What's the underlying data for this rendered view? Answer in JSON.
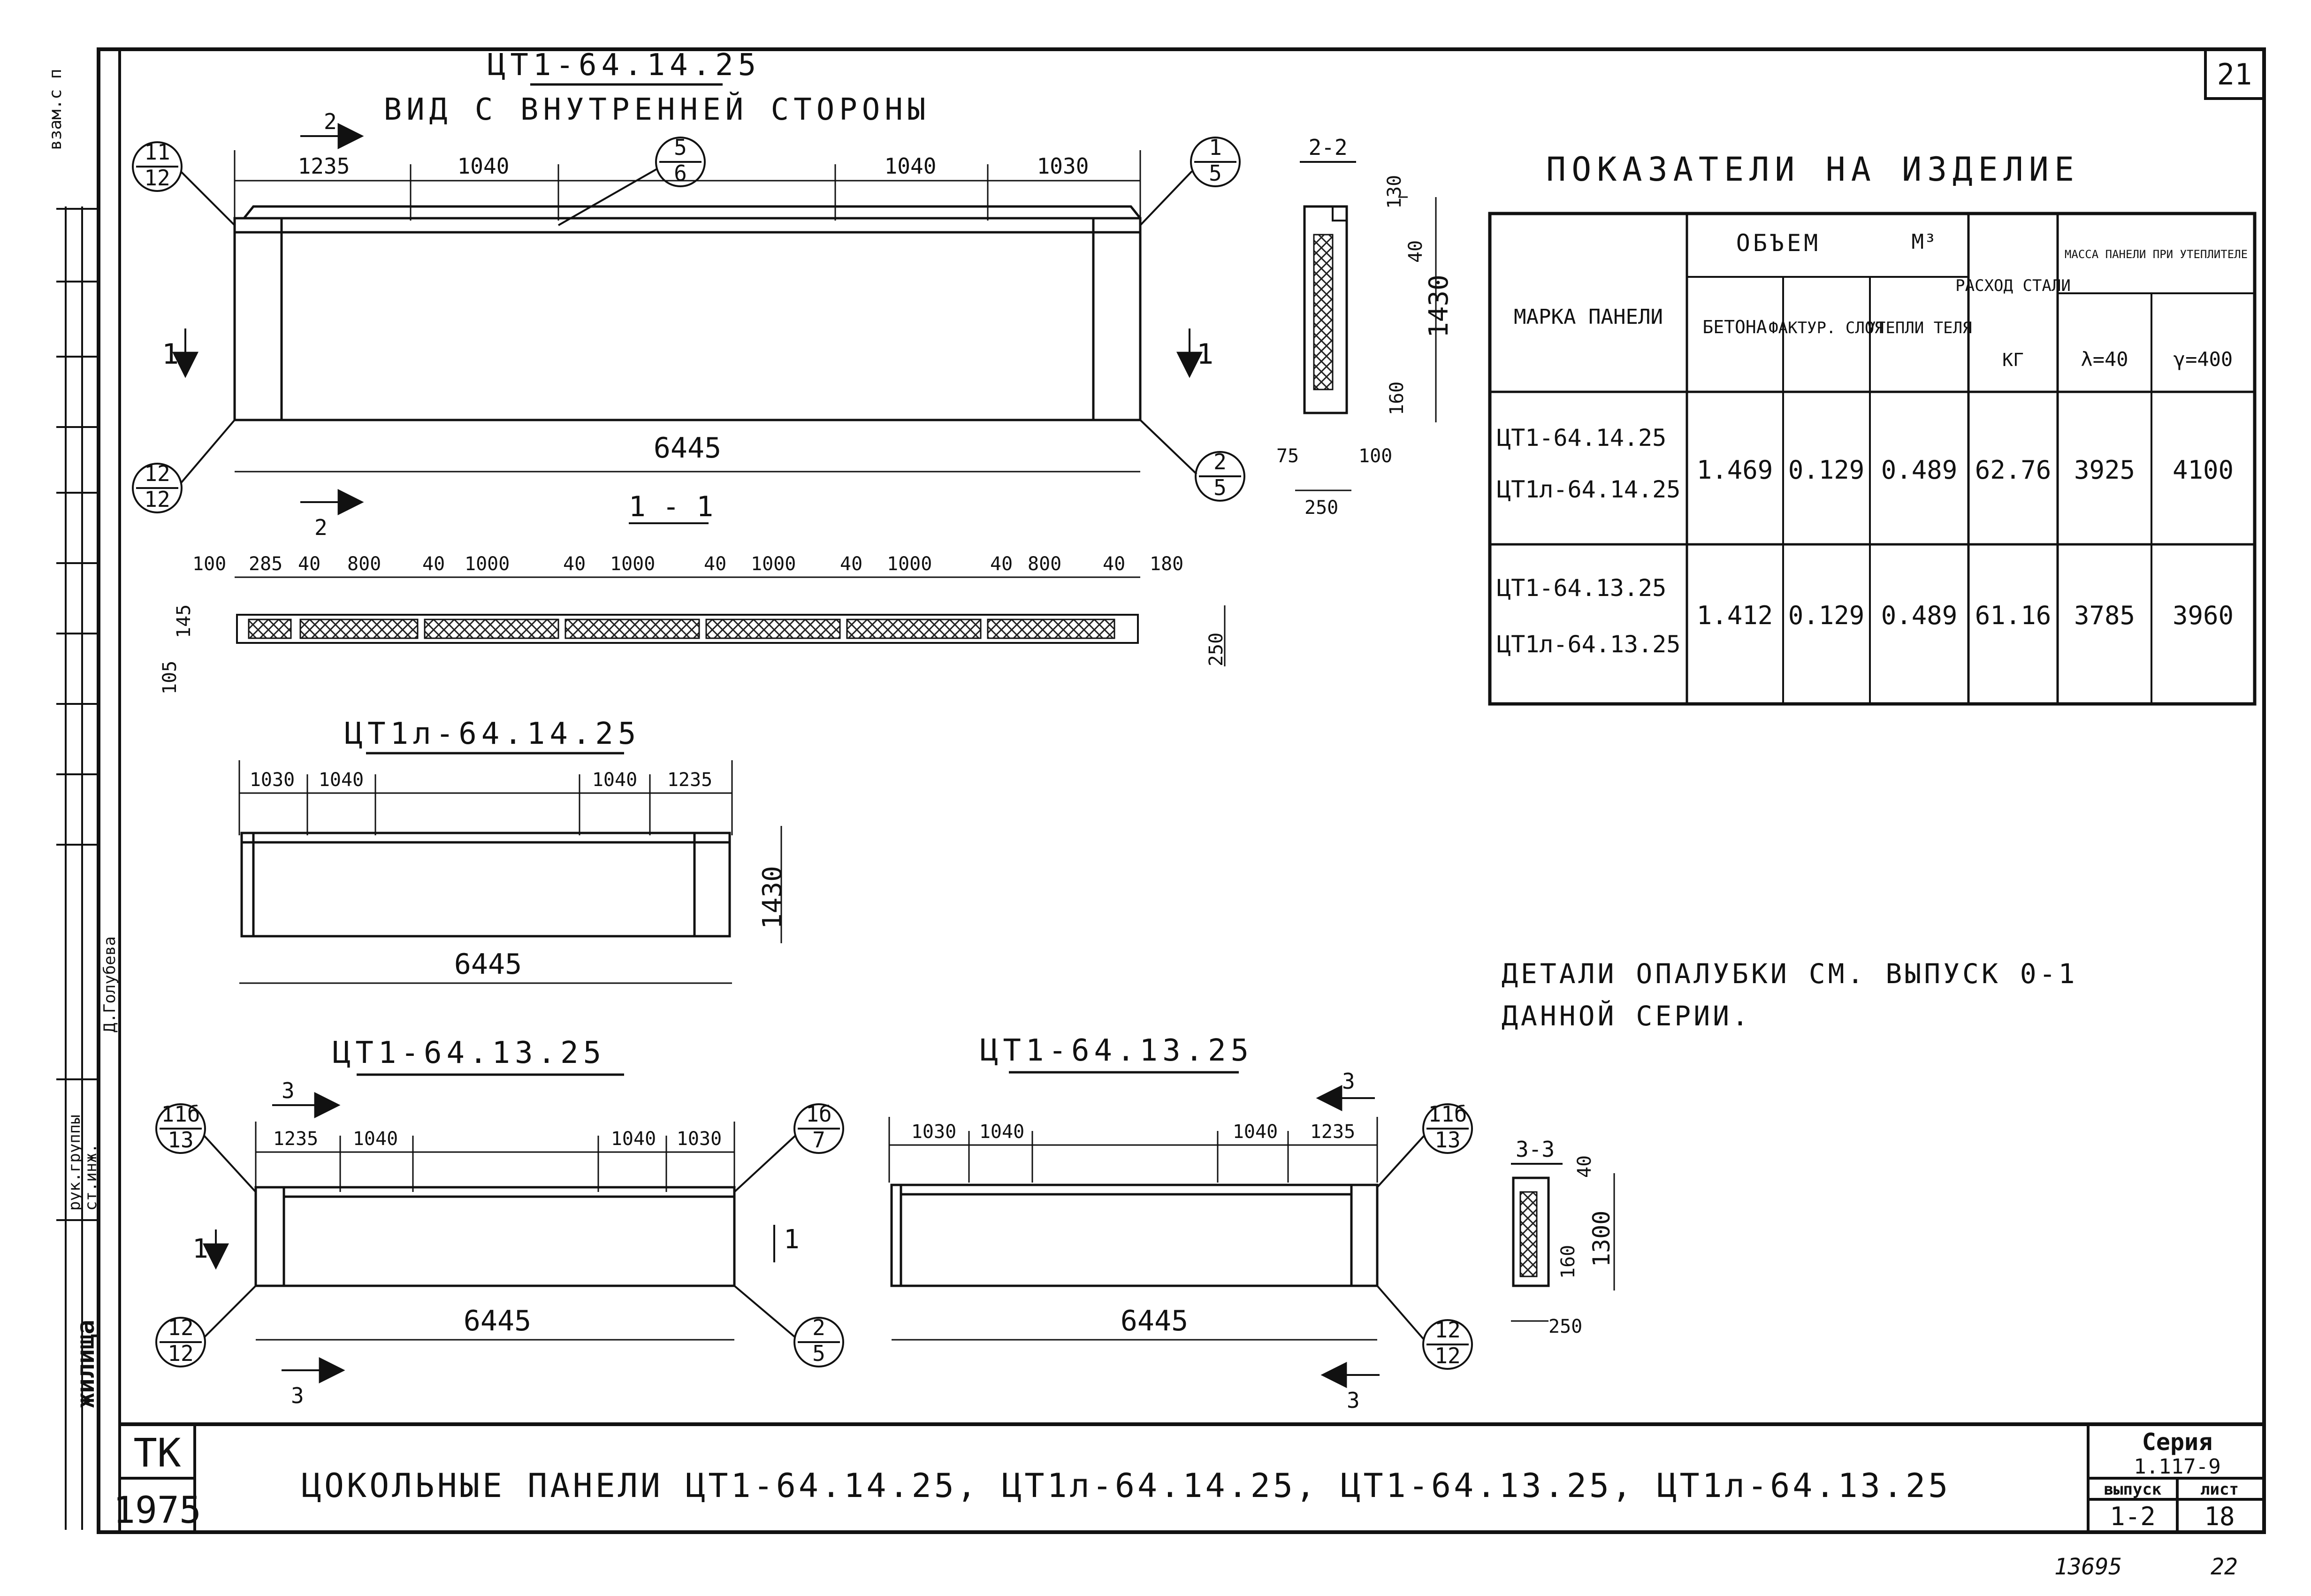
{
  "page_number": "21",
  "sheet_bottom_numbers": {
    "left": "13695",
    "right": "22"
  },
  "side_stamp": {
    "top_text": "взам.с п",
    "roles": [
      "рук.группы",
      "ст.инж."
    ],
    "names": [
      "Д.Голубева"
    ],
    "org": "жилища"
  },
  "main_view": {
    "title": "ЦТ1-64.14.25",
    "subtitle": "ВИД С ВНУТРЕННЕЙ СТОРОНЫ",
    "section_mark": "2",
    "top_dims": [
      "1235",
      "1040",
      "1040",
      "1030"
    ],
    "overall": "6445",
    "side_marks": [
      "1",
      "1"
    ],
    "callouts": [
      {
        "num": "11",
        "den": "12"
      },
      {
        "num": "5",
        "den": "6"
      },
      {
        "num": "1",
        "den": "5"
      },
      {
        "num": "12",
        "den": "12"
      },
      {
        "num": "2",
        "den": "5"
      }
    ]
  },
  "section_2_2": {
    "title": "2-2",
    "dims": [
      "130",
      "40",
      "1430",
      "160",
      "75",
      "100",
      "250"
    ]
  },
  "section_1_1": {
    "title": "1 - 1",
    "dims": [
      "100",
      "285",
      "40",
      "800",
      "40",
      "1000",
      "40",
      "1000",
      "40",
      "1000",
      "40",
      "1000",
      "40",
      "800",
      "40",
      "180"
    ],
    "left_dims": [
      "145",
      "105"
    ],
    "right_dim": "250"
  },
  "panel_l_14": {
    "title": "ЦТ1л-64.14.25",
    "top_dims": [
      "1030",
      "1040",
      "1040",
      "1235"
    ],
    "overall": "6445",
    "height": "1430"
  },
  "panel_13_left": {
    "title": "ЦТ1-64.13.25",
    "section_mark": "3",
    "top_dims": [
      "1235",
      "1040",
      "1040",
      "1030"
    ],
    "overall": "6445",
    "side_marks": [
      "1",
      "1"
    ],
    "callouts": [
      {
        "num": "11б",
        "den": "13"
      },
      {
        "num": "1б",
        "den": "7"
      },
      {
        "num": "12",
        "den": "12"
      },
      {
        "num": "2",
        "den": "5"
      }
    ]
  },
  "panel_13_right": {
    "title": "ЦТ1-64.13.25",
    "section_mark": "3",
    "top_dims": [
      "1030",
      "1040",
      "1040",
      "1235"
    ],
    "overall": "6445",
    "callouts": [
      {
        "num": "11б",
        "den": "13"
      },
      {
        "num": "12",
        "den": "12"
      }
    ]
  },
  "section_3_3": {
    "title": "3-3",
    "dims": [
      "40",
      "1300",
      "160",
      "250"
    ]
  },
  "indicators": {
    "title": "ПОКАЗАТЕЛИ НА ИЗДЕЛИЕ",
    "headers": {
      "mark": "МАРКА ПАНЕЛИ",
      "volume": "ОБЪЕМ",
      "volume_unit": "М³",
      "concrete": "БЕТОНА",
      "facing": "ФАКТУР. СЛОЯ",
      "insulation": "УТЕПЛИ ТЕЛЯ",
      "steel": "РАСХОД СТАЛИ",
      "steel_unit": "КГ",
      "mass": "МАССА ПАНЕЛИ ПРИ УТЕПЛИТЕЛЕ",
      "mass_a": "λ=40",
      "mass_b": "γ=400"
    },
    "rows": [
      {
        "marks": [
          "ЦТ1-64.14.25",
          "ЦТ1л-64.14.25"
        ],
        "concrete": "1.469",
        "facing": "0.129",
        "insulation": "0.489",
        "steel": "62.76",
        "m40": "3925",
        "m400": "4100"
      },
      {
        "marks": [
          "ЦТ1-64.13.25",
          "ЦТ1л-64.13.25"
        ],
        "concrete": "1.412",
        "facing": "0.129",
        "insulation": "0.489",
        "steel": "61.16",
        "m40": "3785",
        "m400": "3960"
      }
    ]
  },
  "note": {
    "line1": "ДЕТАЛИ ОПАЛУБКИ СМ. ВЫПУСК 0-1",
    "line2": "ДАННОЙ СЕРИИ."
  },
  "title_block": {
    "org_code": "ТК",
    "year": "1975",
    "drawing_title": "ЦОКОЛЬНЫЕ ПАНЕЛИ ЦТ1-64.14.25, ЦТ1л-64.14.25, ЦТ1-64.13.25, ЦТ1л-64.13.25",
    "series_label": "Серия",
    "series_value": "1.117-9",
    "issue_label": "выпуск",
    "issue_value": "1-2",
    "sheet_label": "лист",
    "sheet_value": "18"
  }
}
